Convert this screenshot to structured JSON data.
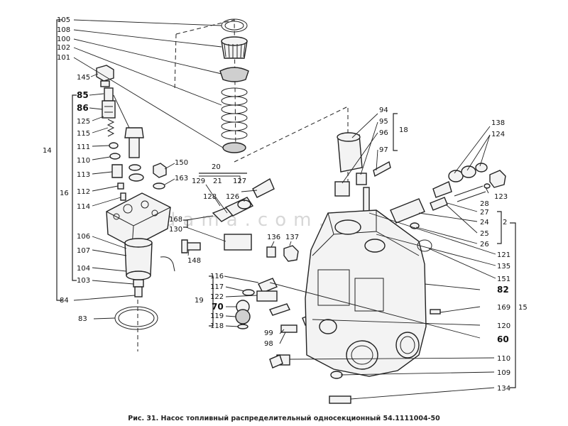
{
  "labels": {
    "l105": "105",
    "l108": "108",
    "l100": "100",
    "l102": "102",
    "l101": "101",
    "l145": "145",
    "l85": "85",
    "l86": "86",
    "l125": "125",
    "l115": "115",
    "l111": "111",
    "l110a": "110",
    "l113": "113",
    "l112": "112",
    "l114": "114",
    "l14": "14",
    "l16": "16",
    "l150": "150",
    "l163": "163",
    "l20": "20",
    "l129": "129",
    "l21": "21",
    "l127": "127",
    "l128": "128",
    "l126": "126",
    "l168": "168",
    "l130": "130",
    "l148": "148",
    "l106": "106",
    "l107": "107",
    "l104": "104",
    "l103": "103",
    "l84": "84",
    "l83": "83",
    "l136": "136",
    "l137": "137",
    "l116": "116",
    "l117": "117",
    "l19": "19",
    "l122": "122",
    "l70": "70",
    "l119": "119",
    "l118": "118",
    "l99": "99",
    "l98": "98",
    "l94": "94",
    "l95": "95",
    "l96": "96",
    "l18": "18",
    "l97": "97",
    "l138": "138",
    "l124": "124",
    "l123": "123",
    "l28": "28",
    "l27": "27",
    "l24": "24",
    "l2": "2",
    "l25": "25",
    "l26": "26",
    "l121": "121",
    "l135": "135",
    "l151": "151",
    "l82": "82",
    "l169": "169",
    "l15": "15",
    "l120": "120",
    "l60": "60",
    "l110b": "110",
    "l109": "109",
    "l134": "134"
  },
  "watermark": "adama.com.ua",
  "caption": "Рис. 31. Насос топливный распределительный односекционный 54.1111004-50"
}
